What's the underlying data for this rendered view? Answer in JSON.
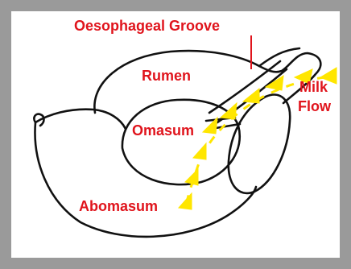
{
  "colors": {
    "background": "#9a9a9a",
    "panel": "#ffffff",
    "outline": "#111111",
    "label": "#e0141c",
    "arrow": "#ffe600"
  },
  "labels": {
    "oesophageal_groove": "Oesophageal Groove",
    "rumen": "Rumen",
    "omasum": "Omasum",
    "abomasum": "Abomasum",
    "milk": "Milk",
    "flow": "Flow"
  }
}
